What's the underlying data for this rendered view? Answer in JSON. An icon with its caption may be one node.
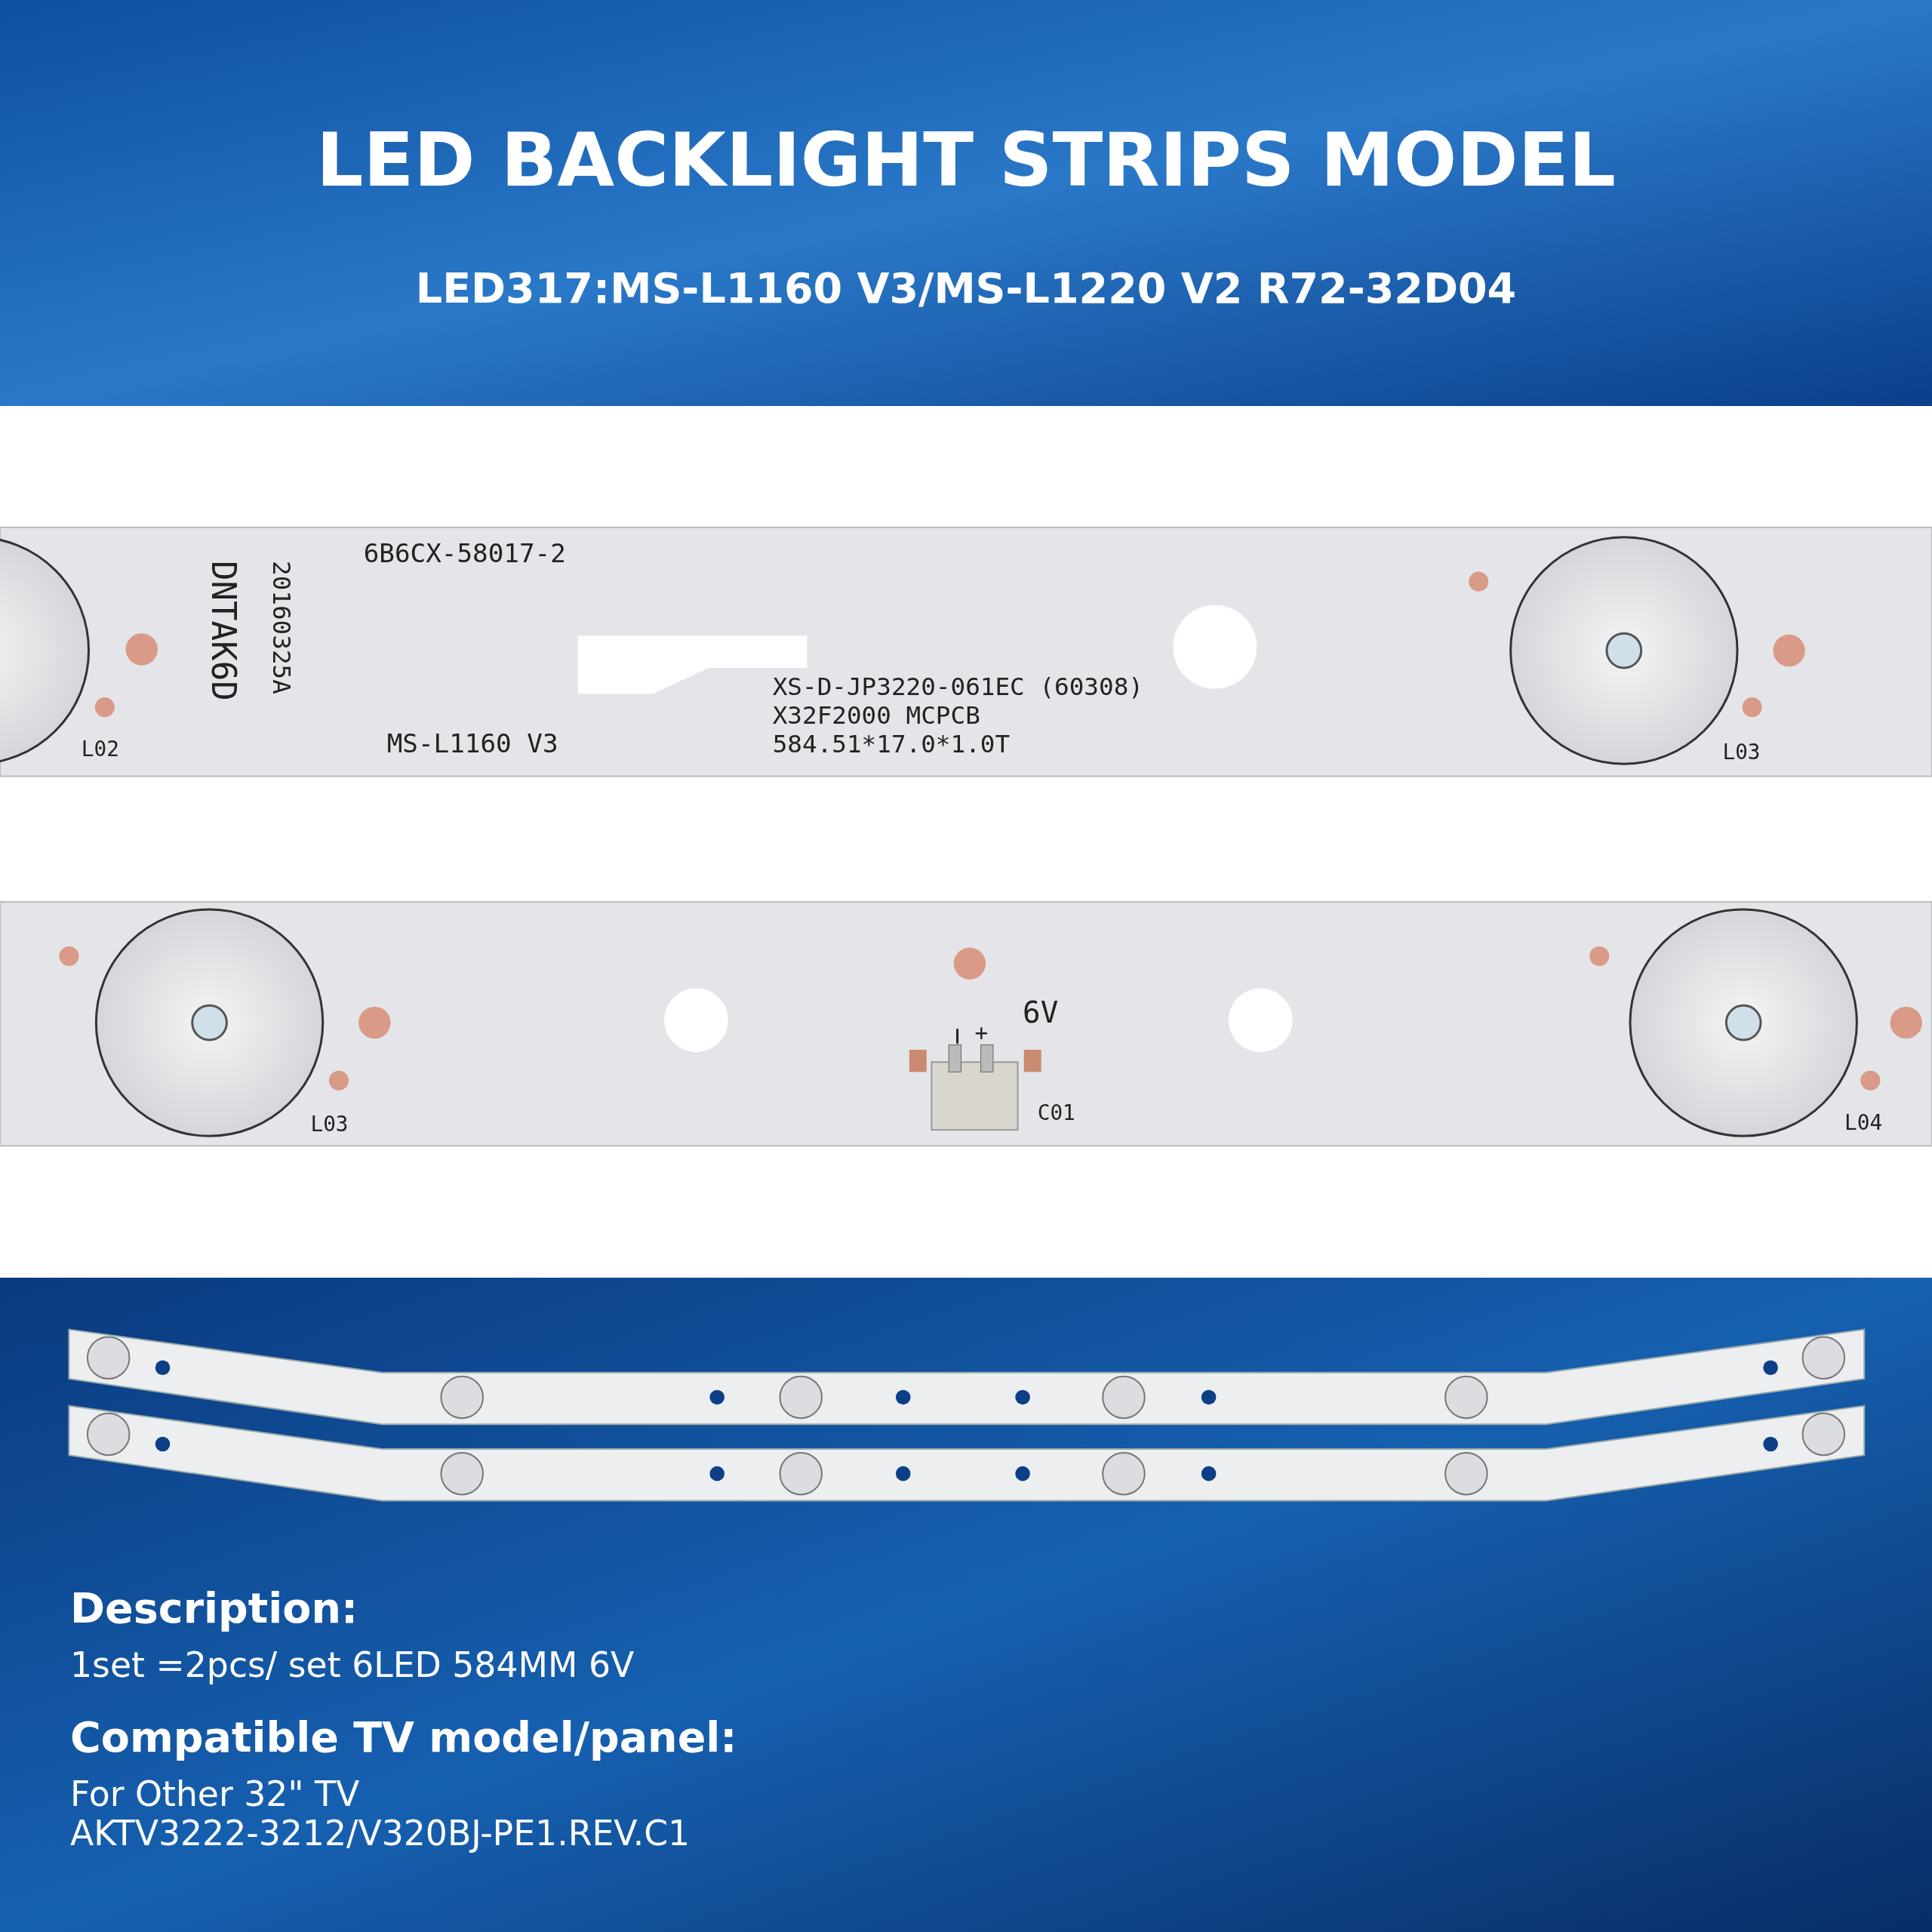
{
  "diagram": {
    "title": "LED BACKLIGHT STRIPS MODEL",
    "labels": [
      "LED317:MS-L1160 V3/MS-L1220 V2 R72-32D04",
      "6B6CX-58017-2",
      "DNTAK6D",
      "20160325A",
      "L02",
      "MS-L1160 V3",
      "XS-D-JP3220-061EC (60308)",
      "X32F2000 MCPCB",
      "584.51*17.0*1.0T",
      "L03",
      "L03",
      "+",
      "6V",
      "C01",
      "L04",
      "Description:",
      "1set =2pcs/ set 6LED 584MM 6V",
      "Compatible TV model/panel:",
      "For Other 32\" TV",
      "AKTV3222-3212/V320BJ-PE1.REV.C1"
    ]
  }
}
